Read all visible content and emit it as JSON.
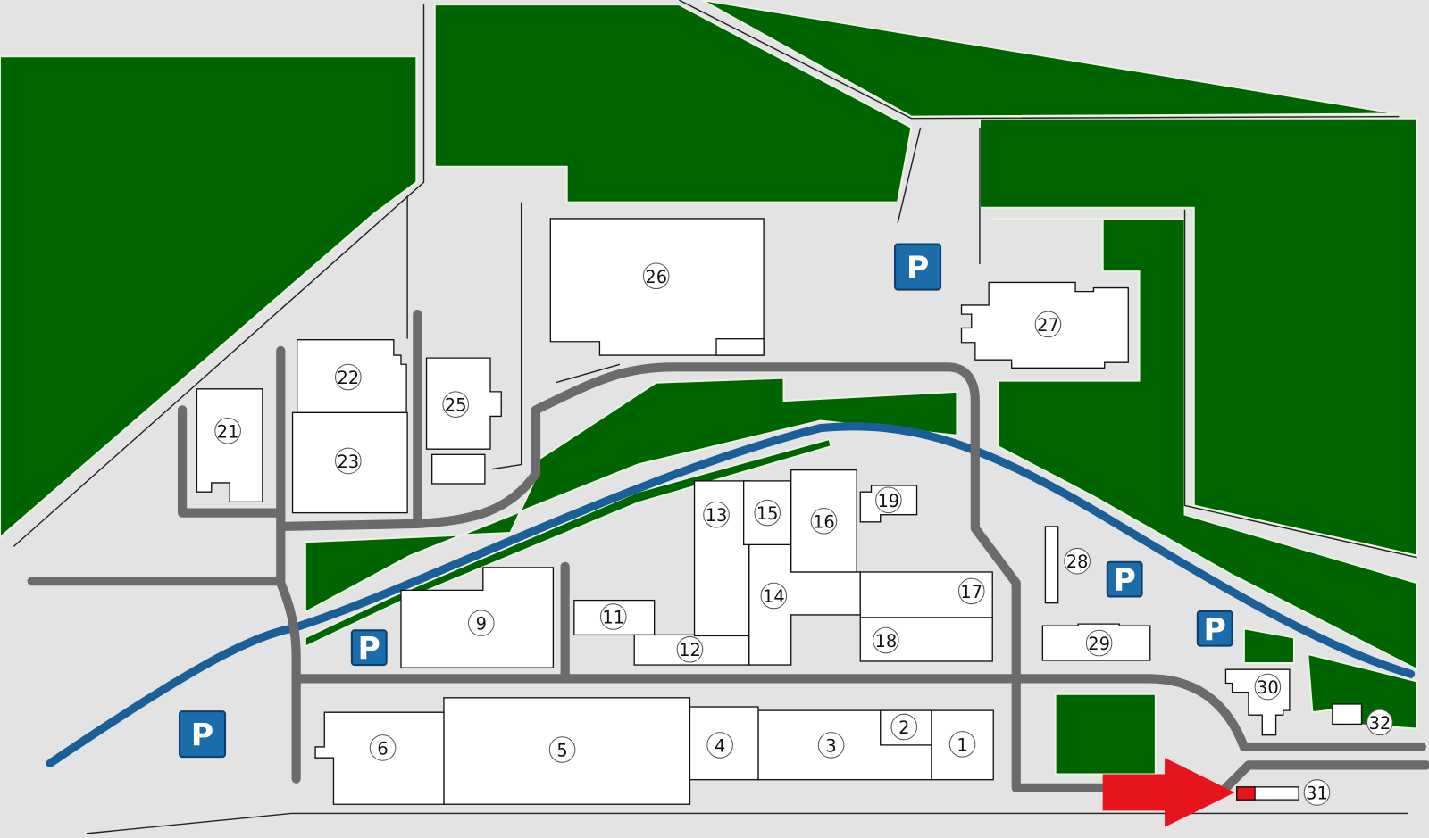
{
  "map": {
    "buildings": [
      "1",
      "2",
      "3",
      "4",
      "5",
      "6",
      "9",
      "11",
      "12",
      "13",
      "14",
      "15",
      "16",
      "17",
      "18",
      "19",
      "21",
      "22",
      "23",
      "25",
      "26",
      "27",
      "28",
      "29",
      "30",
      "31",
      "32"
    ],
    "parking_label": "P",
    "highlighted_building": "31",
    "colors": {
      "background": "#e3e3e3",
      "forest": "#006400",
      "road": "#6b6b6b",
      "river": "#1b5f99",
      "parking": "#1a6cab",
      "marker": "#e8141c"
    }
  }
}
